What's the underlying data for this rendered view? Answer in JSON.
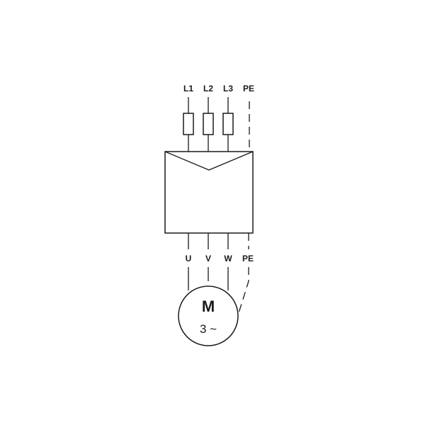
{
  "supply_terminals": {
    "l1": "L1",
    "l2": "L2",
    "l3": "L3",
    "pe": "PE"
  },
  "output_terminals": {
    "u": "U",
    "v": "V",
    "w": "W",
    "pe": "PE"
  },
  "motor": {
    "symbol": "M",
    "phases": "3 ~"
  },
  "colors": {
    "line": "#1a1a1a",
    "background": "#ffffff"
  }
}
